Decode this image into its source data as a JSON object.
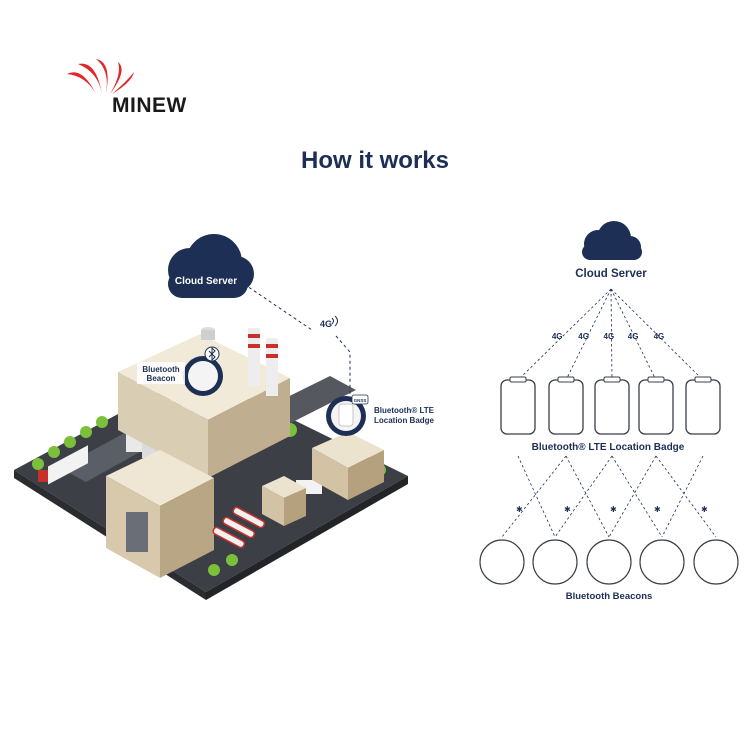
{
  "brand": {
    "name": "MINEW",
    "accent": "#e3262b",
    "navy": "#1e2f55"
  },
  "title": "How it works",
  "illustration": {
    "cloud_label": "Cloud Server",
    "signal_label": "4G",
    "beacon_label_line1": "Bluetooth",
    "beacon_label_line2": "Beacon",
    "badge_label_line1": "Bluetooth® LTE",
    "badge_label_line2": "Location Badge",
    "badge_chip": "GNSS"
  },
  "diagram": {
    "cloud_label": "Cloud Server",
    "signal_label": "4G",
    "badges_label": "Bluetooth® LTE Location Badge",
    "beacons_label": "Bluetooth Beacons",
    "badge_count": 5,
    "beacon_count": 5
  }
}
